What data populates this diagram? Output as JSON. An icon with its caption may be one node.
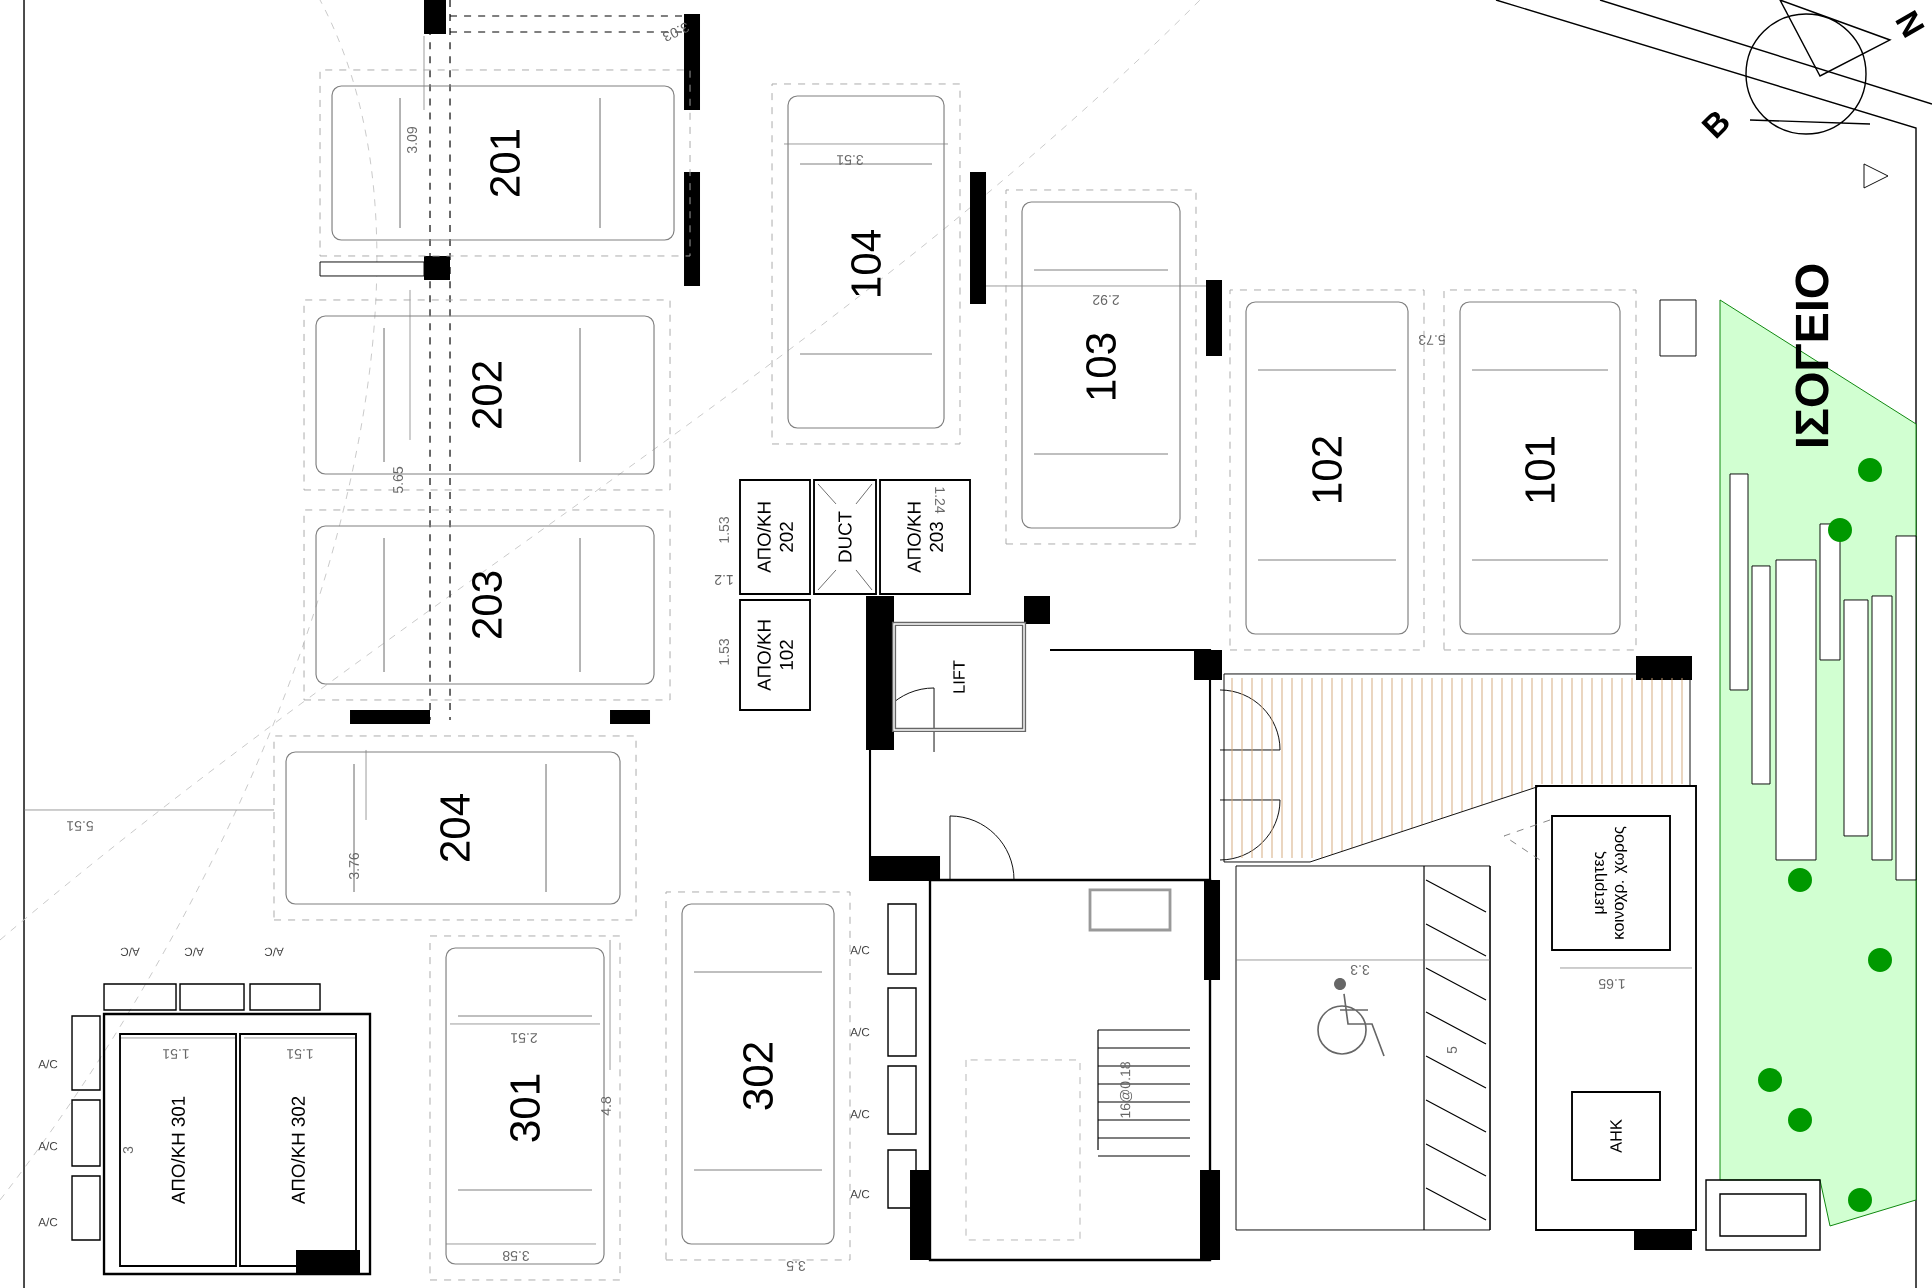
{
  "diagram": {
    "title": "ΙΣΟΓΕΙΟ",
    "nodes": [
      {
        "text": [
          "201"
        ]
      },
      {
        "text": [
          "104"
        ]
      },
      {
        "text": [
          "103"
        ]
      },
      {
        "text": [
          "102"
        ]
      },
      {
        "text": [
          "101"
        ]
      },
      {
        "text": [
          "202"
        ]
      },
      {
        "text": [
          "203"
        ]
      },
      {
        "text": [
          "ΑΠΟ/ΚΗ 202"
        ]
      },
      {
        "text": [
          "DUCT"
        ]
      },
      {
        "text": [
          "ΑΠΟ/ΚΗ 203"
        ]
      },
      {
        "text": [
          "ΑΠΟ/ΚΗ 102"
        ]
      },
      {
        "text": [
          "LIFT"
        ]
      },
      {
        "text": [
          "204"
        ]
      },
      {
        "text": [
          "μετρητες κοινοχρ. χωρος"
        ]
      },
      {
        "text": [
          "ΑΠΟ/ΚΗ 301"
        ]
      },
      {
        "text": [
          "ΑΠΟ/ΚΗ 302"
        ]
      },
      {
        "text": [
          "301"
        ]
      },
      {
        "text": [
          "302"
        ]
      },
      {
        "text": [
          "ΑΗΚ"
        ]
      }
    ],
    "labels": [
      "3.03",
      "Β",
      "Ν",
      "3.09",
      "3.51",
      "2.92",
      "5.73",
      "5.65",
      "1.53",
      "1.2",
      "1.24",
      "1.53",
      "5.51",
      "3.76",
      "A/C",
      "A/C",
      "A/C",
      "A/C",
      "A/C",
      "A/C",
      "A/C",
      "A/C",
      "A/C",
      "A/C",
      "1.51",
      "1.51",
      "3",
      "2.51",
      "4.8",
      "3.3",
      "5",
      "1.65",
      "16@0.18",
      "3.58",
      "3.5"
    ]
  }
}
